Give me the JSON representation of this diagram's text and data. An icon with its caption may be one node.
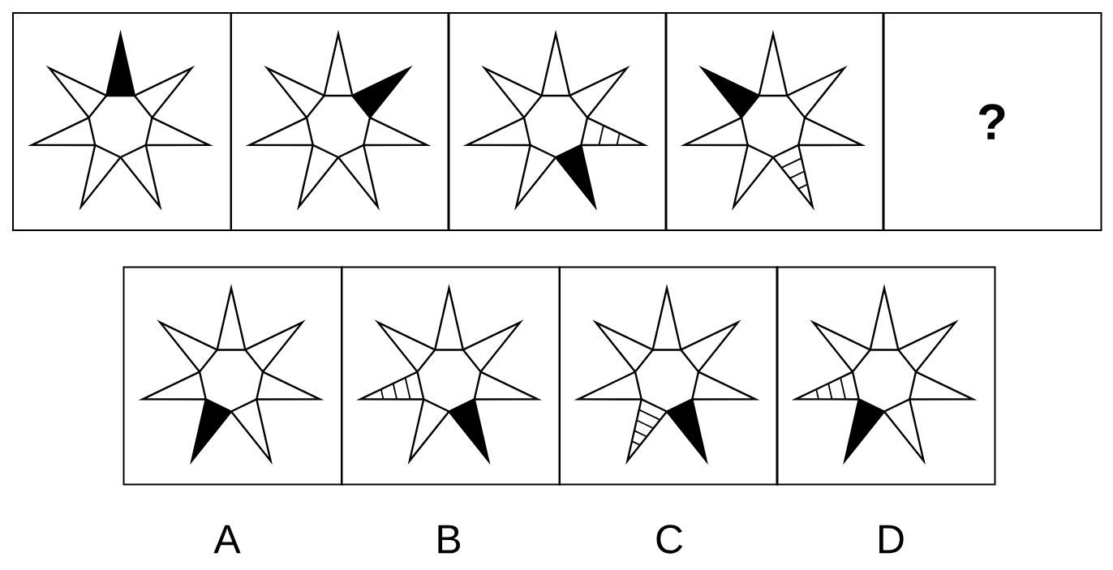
{
  "diagram": {
    "nodes": [
      {
        "text": [],
        "shape": "picture"
      },
      {
        "text": [],
        "shape": "picture"
      },
      {
        "text": [],
        "shape": "picture"
      },
      {
        "text": [],
        "shape": "picture"
      },
      {
        "text": [
          "?"
        ]
      },
      {
        "text": [],
        "shape": "picture"
      },
      {
        "text": [],
        "shape": "picture"
      },
      {
        "text": [],
        "shape": "picture"
      },
      {
        "text": [],
        "shape": "picture"
      }
    ],
    "labels": [
      "A",
      "B",
      "C",
      "D"
    ]
  }
}
